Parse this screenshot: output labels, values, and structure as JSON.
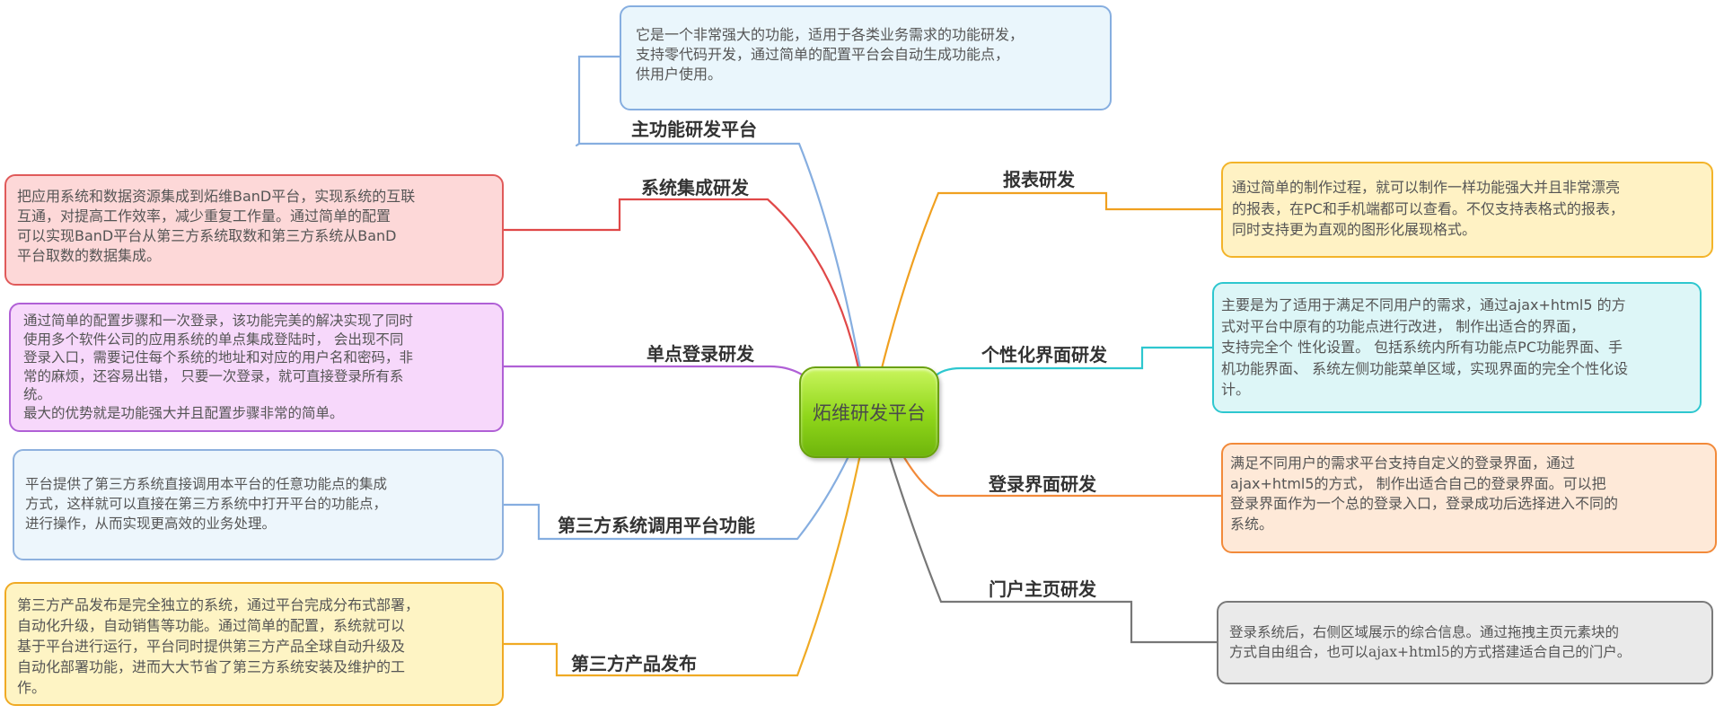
{
  "center": {
    "title": "炻维研发平台"
  },
  "branches": [
    {
      "id": "main",
      "label": "主功能研发平台",
      "color": "#86aee0",
      "text": "它是一个非常强大的功能，适用于各类业务需求的功能研发，\n支持零代码开发，通过简单的配置平台会自动生成功能点，\n供用户使用。"
    },
    {
      "id": "sys",
      "label": "系统集成研发",
      "color": "#e04848",
      "text": "把应用系统和数据资源集成到炻维BanD平台，实现系统的互联\n互通，对提高工作效率，减少重复工作量。通过简单的配置\n可以实现BanD平台从第三方系统取数和第三方系统从BanD\n平台取数的数据集成。"
    },
    {
      "id": "sso",
      "label": "单点登录研发",
      "color": "#b060d6",
      "text": "通过简单的配置步骤和一次登录，该功能完美的解决实现了同时\n使用多个软件公司的应用系统的单点集成登陆时， 会出现不同\n登录入口，需要记住每个系统的地址和对应的用户名和密码，非\n常的麻烦，还容易出错， 只要一次登录，就可直接登录所有系\n统。\n最大的优势就是功能强大并且配置步骤非常的简单。"
    },
    {
      "id": "third",
      "label": "第三方系统调用平台功能",
      "color": "#86aee0",
      "text": "平台提供了第三方系统直接调用本平台的任意功能点的集成\n方式，这样就可以直接在第三方系统中打开平台的功能点，\n进行操作，从而实现更高效的业务处理。"
    },
    {
      "id": "prod",
      "label": "第三方产品发布",
      "color": "#f0aa24",
      "text": "第三方产品发布是完全独立的系统，通过平台完成分布式部署，\n自动化升级，自动销售等功能。通过简单的配置，系统就可以\n基于平台进行运行，平台同时提供第三方产品全球自动升级及\n自动化部署功能，进而大大节省了第三方系统安装及维护的工\n作。"
    },
    {
      "id": "rep",
      "label": "报表研发",
      "color": "#f0a020",
      "text": "通过简单的制作过程，就可以制作一样功能强大并且非常漂亮\n的报表，在PC和手机端都可以查看。不仅支持表格式的报表，\n同时支持更为直观的图形化展现格式。"
    },
    {
      "id": "ui",
      "label": "个性化界面研发",
      "color": "#2ec7cf",
      "text": "主要是为了适用于满足不同用户的需求，通过ajax+html5 的方\n式对平台中原有的功能点进行改进， 制作出适合的界面，\n支持完全个 性化设置。 包括系统内所有功能点PC功能界面、手\n机功能界面、 系统左侧功能菜单区域，实现界面的完全个性化设\n计。"
    },
    {
      "id": "login",
      "label": "登录界面研发",
      "color": "#f28a3a",
      "text": "满足不同用户的需求平台支持自定义的登录界面，通过\najax+html5的方式， 制作出适合自己的登录界面。可以把\n登录界面作为一个总的登录入口，登录成功后选择进入不同的\n系统。"
    },
    {
      "id": "portal",
      "label": "门户主页研发",
      "color": "#777777",
      "text": "登录系统后，右侧区域展示的综合信息。通过拖拽主页元素块的\n方式自由组合，也可以ajax+html5的方式搭建适合自己的门户。"
    }
  ]
}
